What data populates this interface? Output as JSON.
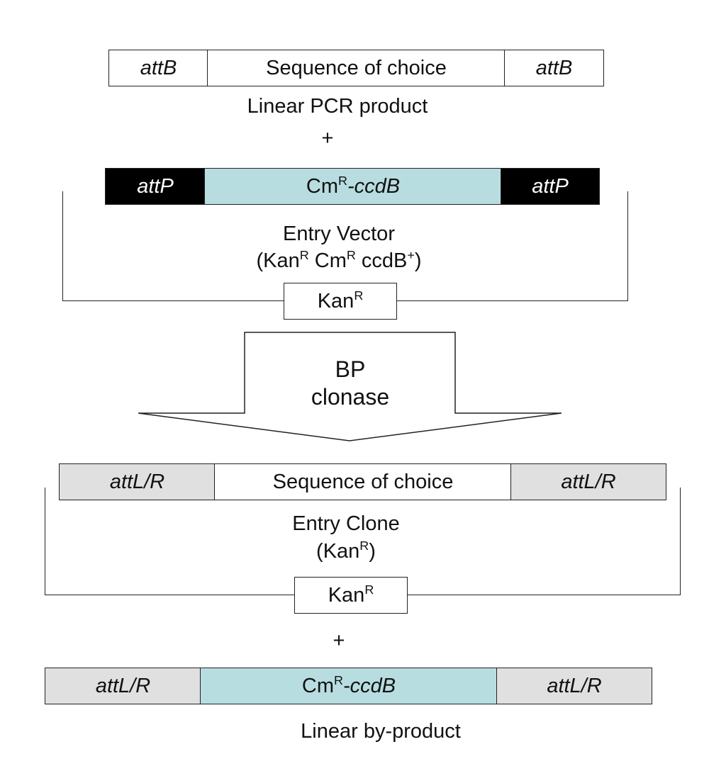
{
  "colors": {
    "cyan": "#b8dde0",
    "grey": "#e0e0e0",
    "black": "#000000"
  },
  "pcr": {
    "left_site": "attB",
    "insert": "Sequence of choice",
    "right_site": "attB",
    "caption": "Linear PCR product"
  },
  "plus1": "+",
  "entry_vector": {
    "left_site": "attP",
    "cassette_prefix": "Cm",
    "cassette_sup": "R",
    "cassette_gene": "-ccdB",
    "right_site": "attP",
    "title": "Entry Vector",
    "genotype_open": "(Kan",
    "genotype_sup1": "R",
    "genotype_mid": " Cm",
    "genotype_sup2": "R",
    "genotype_ccdb": " ccdB",
    "genotype_sup3": "+",
    "genotype_close": ")",
    "marker": "Kan",
    "marker_sup": "R"
  },
  "reaction": {
    "line1": "BP",
    "line2": "clonase"
  },
  "entry_clone": {
    "left_site": "attL/R",
    "insert": "Sequence of choice",
    "right_site": "attL/R",
    "title": "Entry Clone",
    "genotype_open": "(Kan",
    "genotype_sup": "R",
    "genotype_close": ")",
    "marker": "Kan",
    "marker_sup": "R"
  },
  "plus2": "+",
  "byproduct": {
    "left_site": "attL/R",
    "cassette_prefix": "Cm",
    "cassette_sup": "R",
    "cassette_gene": "-ccdB",
    "right_site": "attL/R",
    "caption": "Linear by-product"
  }
}
